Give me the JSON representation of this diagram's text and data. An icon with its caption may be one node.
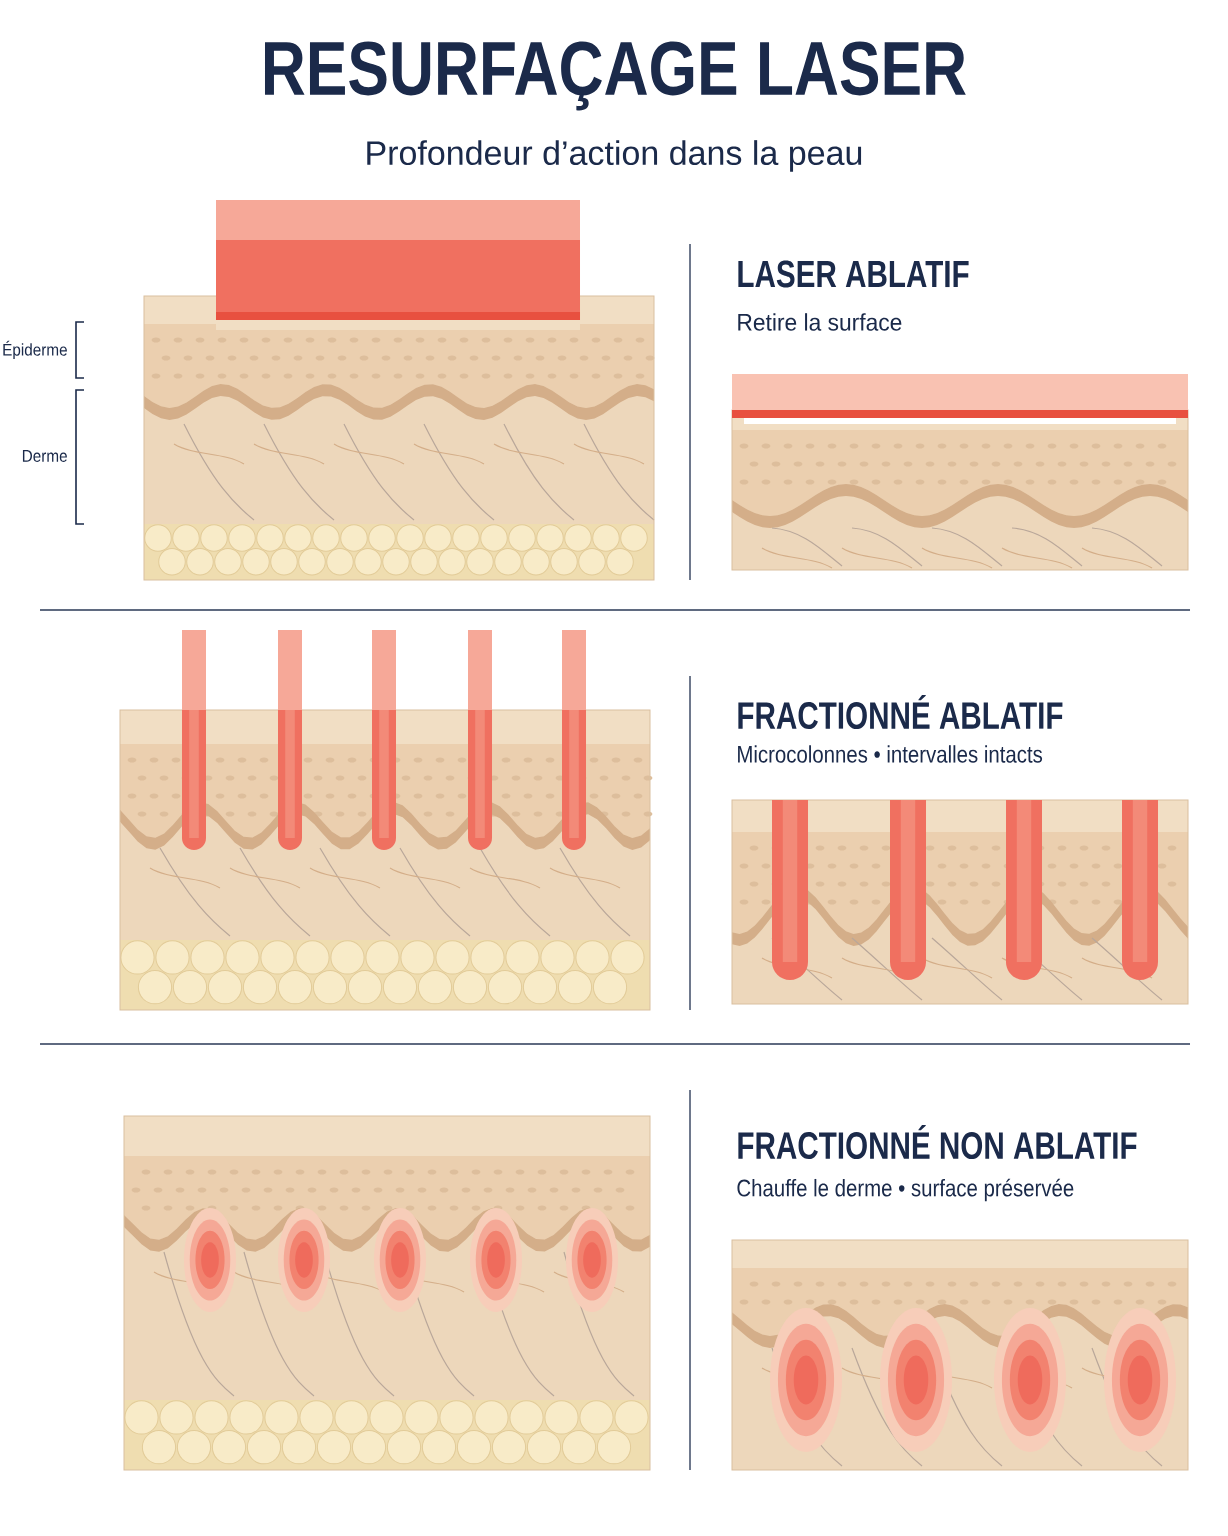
{
  "diagram": {
    "title": "RESURFAÇAGE LASER",
    "labels": [
      "Profondeur d’action dans la peau",
      "Épiderme",
      "Derme",
      "LASER ABLATIF",
      "Retire la surface",
      "FRACTIONNÉ ABLATIF",
      "Microcolonnes • intervalles intacts",
      "FRACTIONNÉ NON ABLATIF",
      "Chauffe le derme • surface préservée"
    ]
  }
}
